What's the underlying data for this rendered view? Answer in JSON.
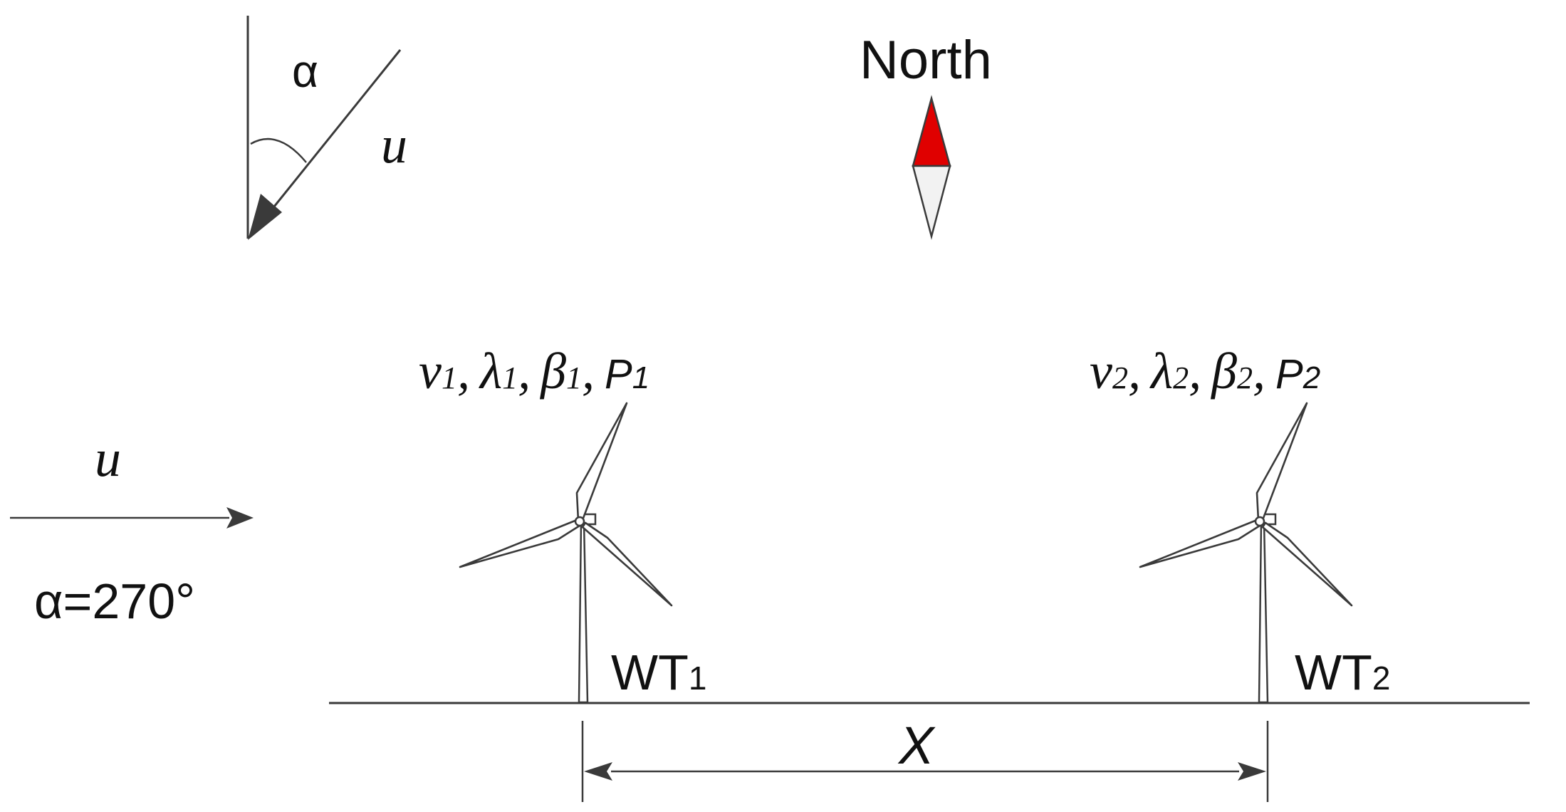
{
  "labels": {
    "north": "North",
    "angle_symbol": "α",
    "wind_speed_symbol": "u",
    "wind_speed_flow": "u",
    "direction_value": "α=270°",
    "distance": "X"
  },
  "turbines": [
    {
      "name_main": "WT",
      "name_sub": "1",
      "v": "v",
      "v_sub": "1",
      "lambda": "λ",
      "lambda_sub": "1",
      "beta": "β",
      "beta_sub": "1",
      "p": "P",
      "p_sub": "1",
      "sep": ","
    },
    {
      "name_main": "WT",
      "name_sub": "2",
      "v": "v",
      "v_sub": "2",
      "lambda": "λ",
      "lambda_sub": "2",
      "beta": "β",
      "beta_sub": "2",
      "p": "P",
      "p_sub": "2",
      "sep": ","
    }
  ],
  "colors": {
    "compass_north": "#e00000",
    "compass_south": "#f2f2f2",
    "line": "#3a3a3a",
    "text": "#111111"
  },
  "icons": {
    "compass": "north-arrow-icon",
    "turbine": "wind-turbine-icon"
  }
}
